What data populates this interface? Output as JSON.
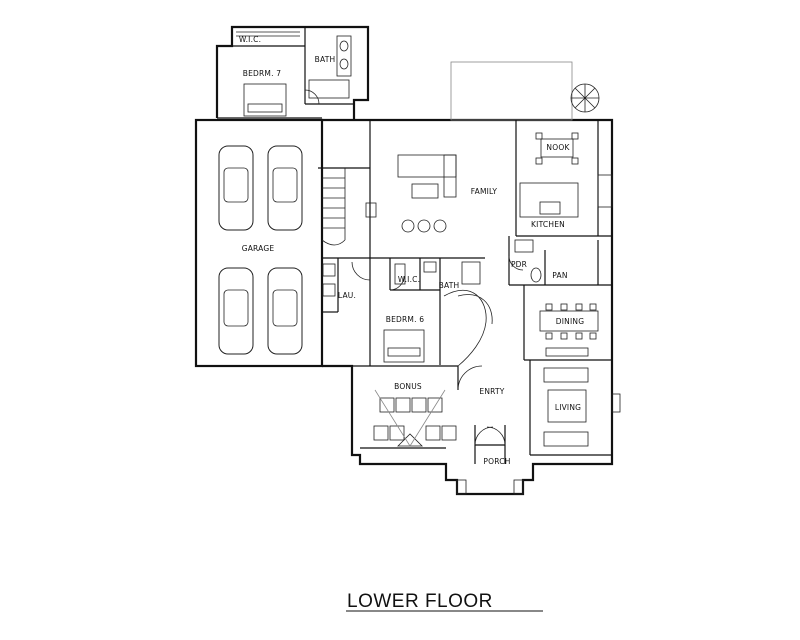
{
  "plan_title": "LOWER FLOOR",
  "rooms": {
    "wic_upper": "W.I.C.",
    "bath_upper": "BATH",
    "bedroom_7": "BEDRM. 7",
    "garage": "GARAGE",
    "family": "FAMILY",
    "nook": "NOOK",
    "kitchen": "KITCHEN",
    "pdr": "PDR",
    "pan": "PAN",
    "wic_lower": "W.I.C.",
    "bath_lower": "BATH",
    "laundry": "LAU.",
    "bedroom_6": "BEDRM. 6",
    "dining": "DINING",
    "bonus": "BONUS",
    "entry": "ENRTY",
    "living": "LIVING",
    "porch": "PORCH"
  }
}
